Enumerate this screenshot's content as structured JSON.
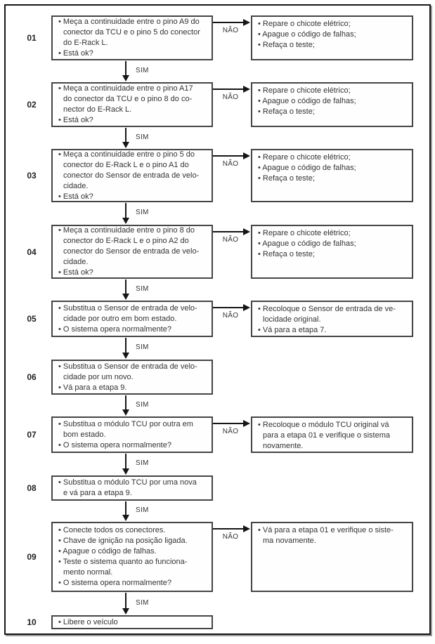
{
  "flowchart": {
    "steps": [
      {
        "id": "01",
        "box": {
          "lines": [
            "• Meça a continuidade entre o pino A9 do",
            "conector da TCU e o pino 5 do conector",
            "do E-Rack L.",
            "• Está ok?"
          ]
        },
        "sim_label": "SIM",
        "nao_label": "NÃO",
        "right_box": {
          "lines": [
            "• Repare o chicote elétrico;",
            "• Apague o código de falhas;",
            "• Refaça o teste;"
          ]
        }
      },
      {
        "id": "02",
        "box": {
          "lines": [
            "• Meça a continuidade entre o pino A17",
            "do conector da TCU e o pino 8 do co-",
            "nector do E-Rack L.",
            "• Está ok?"
          ]
        },
        "sim_label": "SIM",
        "nao_label": "NÃO",
        "right_box": {
          "lines": [
            "• Repare o chicote elétrico;",
            "• Apague o código de falhas;",
            "• Refaça o teste;"
          ]
        }
      },
      {
        "id": "03",
        "box": {
          "lines": [
            "• Meça a continuidade entre o pino 5 do",
            "conector do E-Rack L e o pino A1 do",
            "conector do Sensor de entrada de velo-",
            "cidade.",
            "• Está ok?"
          ]
        },
        "sim_label": "SIM",
        "nao_label": "NÃO",
        "right_box": {
          "lines": [
            "• Repare o chicote elétrico;",
            "• Apague o código de falhas;",
            "• Refaça o teste;"
          ]
        }
      },
      {
        "id": "04",
        "box": {
          "lines": [
            "• Meça a continuidade entre o pino 8 do",
            "conector do E-Rack L e o pino A2 do",
            "conector do Sensor de entrada de velo-",
            "cidade.",
            "• Está ok?"
          ]
        },
        "sim_label": "SIM",
        "nao_label": "NÃO",
        "right_box": {
          "lines": [
            "• Repare o chicote elétrico;",
            "• Apague o código de falhas;",
            "• Refaça o teste;"
          ]
        }
      },
      {
        "id": "05",
        "box": {
          "lines": [
            "• Substitua o Sensor de entrada de velo-",
            "cidade por outro em bom estado.",
            "• O sistema opera normalmente?"
          ]
        },
        "sim_label": "SIM",
        "nao_label": "NÃO",
        "right_box": {
          "lines": [
            "• Recoloque o Sensor de entrada de ve-",
            "locidade original.",
            "• Vá para a etapa 7."
          ]
        }
      },
      {
        "id": "06",
        "box": {
          "lines": [
            "• Substitua o Sensor de entrada de velo-",
            "cidade por um novo.",
            "• Vá para a etapa 9."
          ]
        },
        "sim_label": "SIM"
      },
      {
        "id": "07",
        "box": {
          "lines": [
            "• Substitua o módulo TCU por outra em",
            "bom estado.",
            "• O sistema opera normalmente?"
          ]
        },
        "sim_label": "SIM",
        "nao_label": "NÃO",
        "right_box": {
          "lines": [
            "• Recoloque o módulo TCU original vá",
            "para a etapa 01 e verifique o sistema",
            "novamente."
          ]
        }
      },
      {
        "id": "08",
        "box": {
          "lines": [
            "• Substitua o módulo TCU por uma nova",
            "e vá para a etapa 9."
          ]
        },
        "sim_label": "SIM"
      },
      {
        "id": "09",
        "box": {
          "lines": [
            "• Conecte todos os conectores.",
            "• Chave de ignição na posição ligada.",
            "• Apague o código de falhas.",
            "• Teste o sistema quanto ao funciona-",
            "mento normal.",
            "• O sistema opera normalmente?"
          ]
        },
        "sim_label": "SIM",
        "nao_label": "NÃO",
        "right_box": {
          "lines": [
            "• Vá para a etapa 01 e verifique o siste-",
            "ma novamente."
          ]
        }
      },
      {
        "id": "10",
        "box": {
          "lines": [
            "• Libere o veículo"
          ]
        }
      }
    ]
  }
}
